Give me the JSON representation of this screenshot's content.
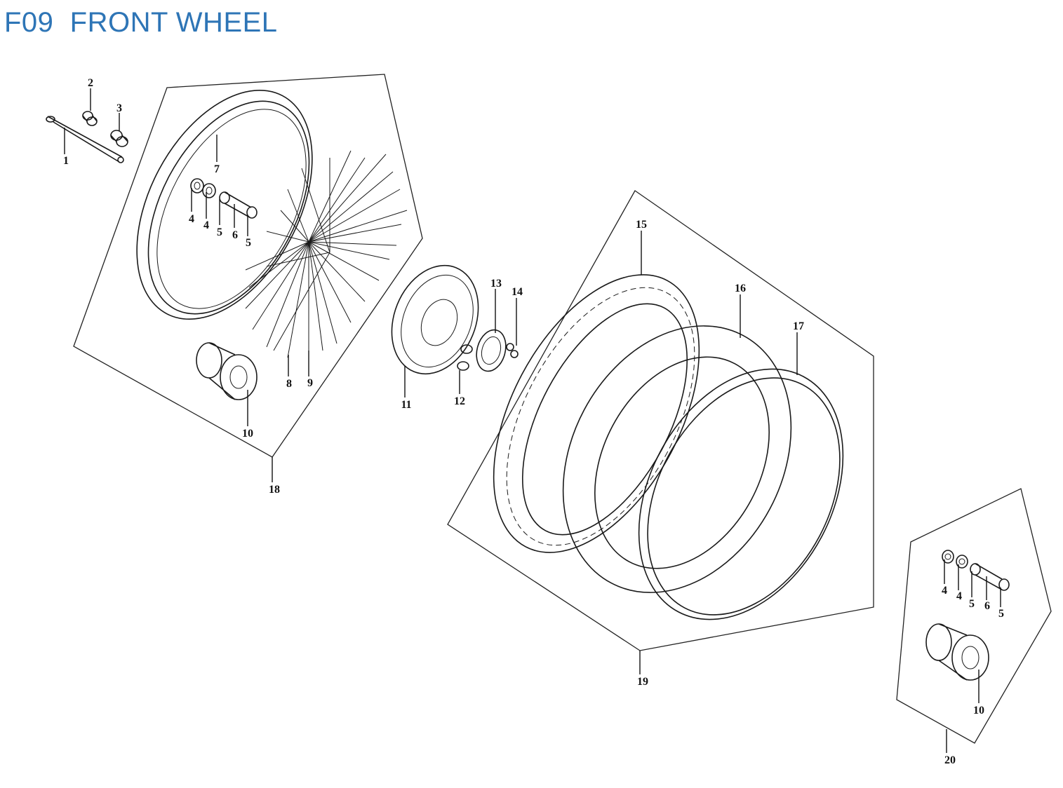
{
  "title": "F09  FRONT WHEEL",
  "colors": {
    "title": "#2e75b6",
    "linework": "#1a1a1a"
  },
  "callouts": [
    "1",
    "2",
    "3",
    "4",
    "4",
    "5",
    "6",
    "5",
    "7",
    "8",
    "9",
    "10",
    "11",
    "12",
    "13",
    "14",
    "15",
    "16",
    "17",
    "18",
    "19",
    "20",
    "4",
    "4",
    "5",
    "6",
    "5",
    "10"
  ]
}
